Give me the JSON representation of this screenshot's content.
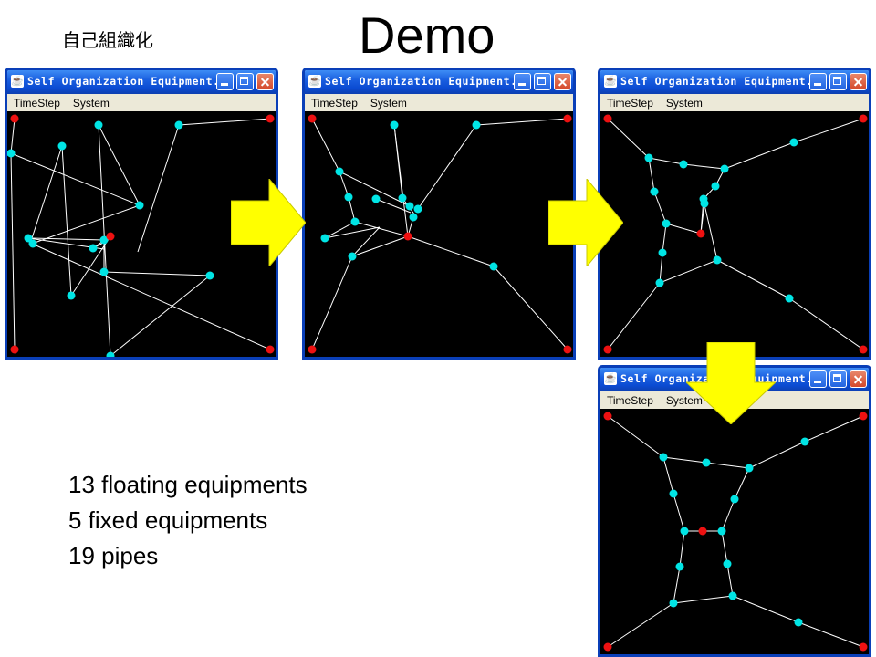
{
  "slide": {
    "subtitle": "自己組織化",
    "title": "Demo",
    "facts": [
      "13 floating equipments",
      "5 fixed equipments",
      "19 pipes"
    ]
  },
  "window": {
    "title": "Self Organization Equipment...",
    "menu": [
      "TimeStep",
      "System"
    ]
  },
  "colors": {
    "floating_node": "#00e5e5",
    "fixed_node": "#ee1111",
    "pipe": "#ffffff",
    "canvas": "#000000",
    "arrow_fill": "#ffff00",
    "title_bar": "#0b4bd2"
  },
  "icons": [
    "java-app-icon",
    "minimize-icon",
    "maximize-icon",
    "close-icon",
    "arrow-right-icon",
    "arrow-down-icon"
  ]
}
